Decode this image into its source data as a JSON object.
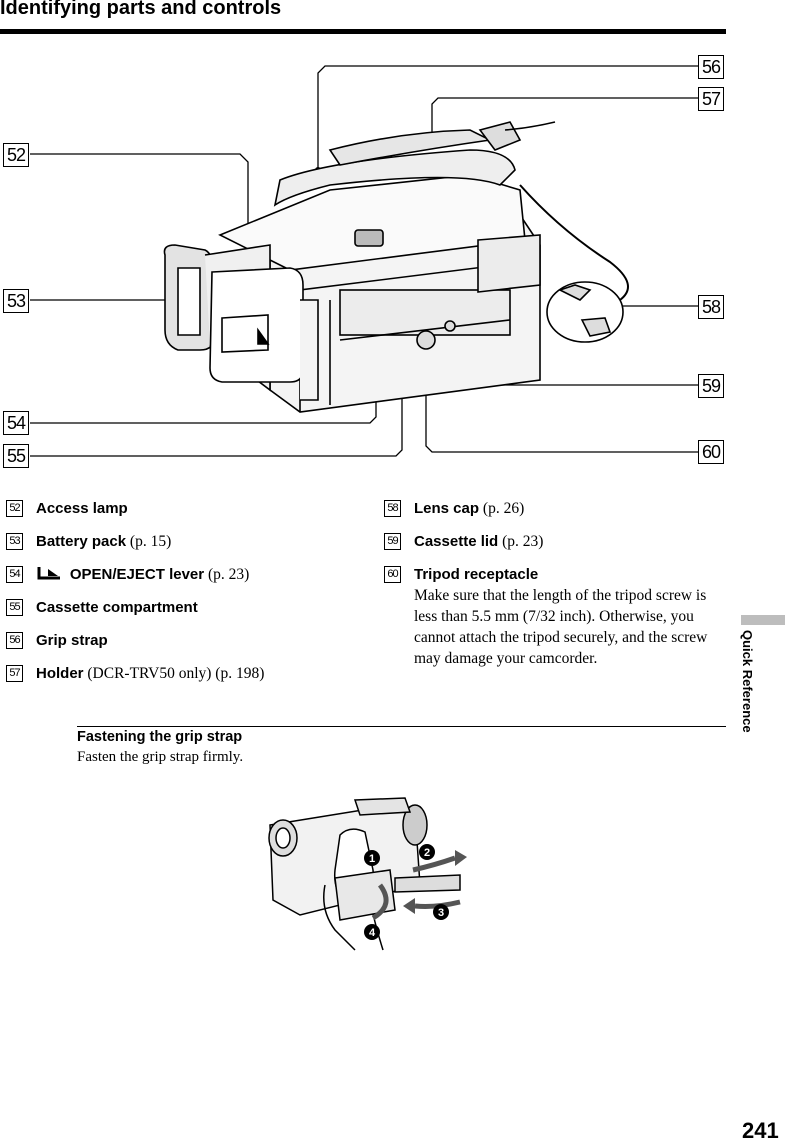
{
  "header": {
    "title": "Identifying parts and controls"
  },
  "callouts": [
    "52",
    "53",
    "54",
    "55",
    "56",
    "57",
    "58",
    "59",
    "60"
  ],
  "items_left": [
    {
      "num": "52",
      "name": "Access lamp",
      "ref": ""
    },
    {
      "num": "53",
      "name": "Battery pack",
      "ref": "(p. 15)"
    },
    {
      "num": "54",
      "name": "OPEN/EJECT lever",
      "ref": "(p. 23)"
    },
    {
      "num": "55",
      "name": "Cassette compartment",
      "ref": ""
    },
    {
      "num": "56",
      "name": "Grip strap",
      "ref": ""
    },
    {
      "num": "57",
      "name": "Holder",
      "ref": "(DCR-TRV50 only) (p. 198)"
    }
  ],
  "items_right": [
    {
      "num": "58",
      "name": "Lens cap",
      "ref": "(p. 26)",
      "desc": ""
    },
    {
      "num": "59",
      "name": "Cassette lid",
      "ref": "(p. 23)",
      "desc": ""
    },
    {
      "num": "60",
      "name": "Tripod receptacle",
      "ref": "",
      "desc": "Make sure that the length of the tripod screw is less than 5.5 mm (7/32 inch). Otherwise, you cannot attach the tripod securely, and the screw may damage your camcorder."
    }
  ],
  "section": {
    "title": "Fastening the grip strap",
    "text": "Fasten the grip strap firmly."
  },
  "steps": [
    "1",
    "2",
    "3",
    "4"
  ],
  "side_label": "Quick Reference",
  "page_number": "241"
}
